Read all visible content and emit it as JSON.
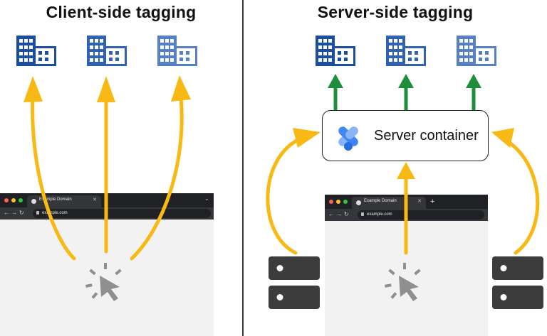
{
  "left": {
    "title": "Client-side tagging",
    "browser": {
      "tab_label": "Example Domain",
      "url": "example.com"
    }
  },
  "right": {
    "title": "Server-side tagging",
    "server_container_label": "Server container",
    "browser": {
      "tab_label": "Example Domain",
      "url": "example.com"
    }
  },
  "colors": {
    "arrow_client": "#f9b914",
    "arrow_server": "#1e8e3e",
    "building_dark": "#1b4ea0",
    "building_mid": "#2f62b2",
    "building_light": "#5680c6",
    "server_icon": "#3c3c3c",
    "cursor": "#8f8f8f",
    "divider": "#3c3c3c"
  },
  "icons": [
    "building-icon",
    "arrow-up-icon",
    "browser-window",
    "click-cursor-icon",
    "server-rack-icon",
    "tag-manager-icon"
  ]
}
